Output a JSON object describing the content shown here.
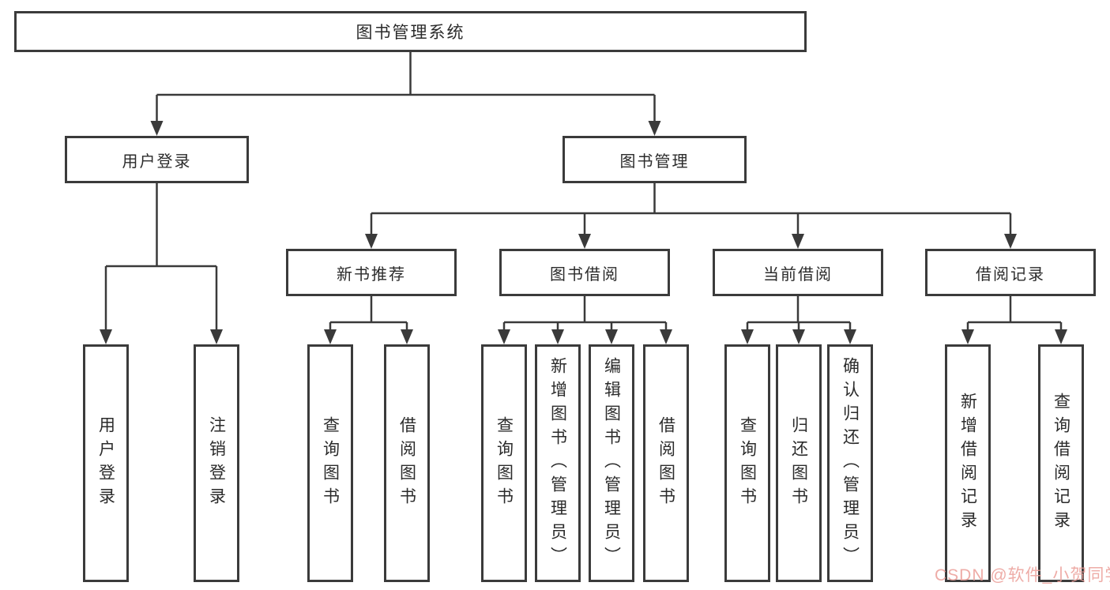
{
  "diagram": {
    "type": "function-structure-tree",
    "hierarchy": {
      "label": "图书管理系统",
      "children": [
        {
          "label": "用户登录",
          "children": [
            {
              "label": "用户登录"
            },
            {
              "label": "注销登录"
            }
          ]
        },
        {
          "label": "图书管理",
          "children": [
            {
              "label": "新书推荐",
              "children": [
                {
                  "label": "查询图书"
                },
                {
                  "label": "借阅图书"
                }
              ]
            },
            {
              "label": "图书借阅",
              "children": [
                {
                  "label": "查询图书"
                },
                {
                  "label": "新增图书（管理员）"
                },
                {
                  "label": "编辑图书（管理员）"
                },
                {
                  "label": "借阅图书"
                }
              ]
            },
            {
              "label": "当前借阅",
              "children": [
                {
                  "label": "查询图书"
                },
                {
                  "label": "归还图书"
                },
                {
                  "label": "确认归还（管理员）"
                }
              ]
            },
            {
              "label": "借阅记录",
              "children": [
                {
                  "label": "新增借阅记录"
                },
                {
                  "label": "查询借阅记录"
                }
              ]
            }
          ]
        }
      ]
    },
    "colors": {
      "box_border": "#3b3b3b",
      "connector": "#3a3a3a",
      "text": "#2b2b2b",
      "background": "#ffffff",
      "watermark": "#eb9e98"
    }
  },
  "watermark": {
    "text": "CSDN @软件_小贺同学"
  }
}
